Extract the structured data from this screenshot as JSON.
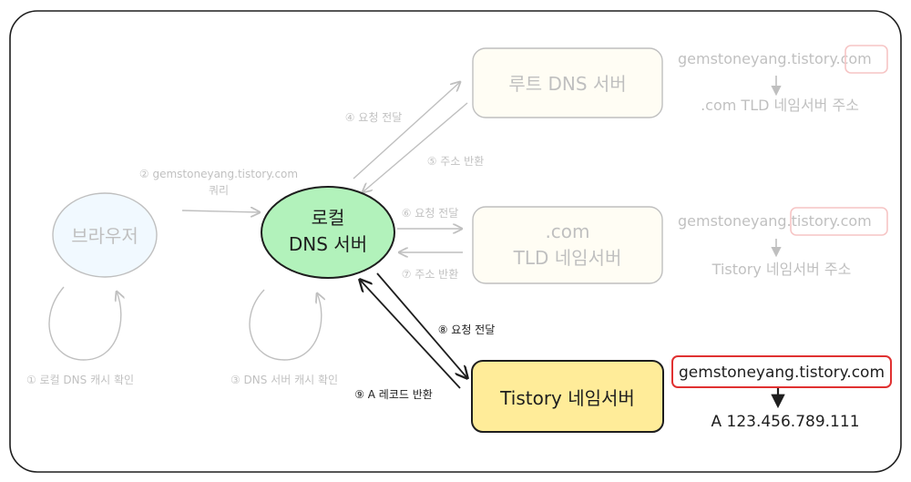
{
  "nodes": {
    "browser": "브라우저",
    "local_dns_line1": "로컬",
    "local_dns_line2": "DNS 서버",
    "root_dns": "루트 DNS 서버",
    "com_tld_line1": ".com",
    "com_tld_line2": "TLD 네임서버",
    "tistory_ns": "Tistory 네임서버"
  },
  "edges": {
    "step1": "① 로컬 DNS 캐시 확인",
    "step2_line1": "② gemstoneyang.tistory.com",
    "step2_line2": "쿼리",
    "step3": "③ DNS 서버 캐시 확인",
    "step4": "④ 요청 전달",
    "step5": "⑤ 주소 반환",
    "step6": "⑥ 요청 전달",
    "step7": "⑦ 주소 반환",
    "step8": "⑧ 요청 전달",
    "step9": "⑨ A 레코드 반환"
  },
  "notes": {
    "root_domain_prefix": "gemstoneyang.tistory.",
    "root_domain_highlight": "com",
    "root_result": ".com TLD 네임서버 주소",
    "tld_domain_prefix": "gemstoneyang.",
    "tld_domain_highlight": "tistory.com",
    "tld_result": "Tistory 네임서버 주소",
    "tistory_domain": "gemstoneyang.tistory.com",
    "tistory_result": "A 123.456.789.111"
  },
  "colors": {
    "local_dns_fill": "#b2f2bb",
    "tistory_fill": "#ffec99",
    "browser_fill": "#a5d8ff",
    "root_fill": "#fff3bf",
    "highlight_red": "#e03131",
    "stroke": "#1e1e1e"
  }
}
